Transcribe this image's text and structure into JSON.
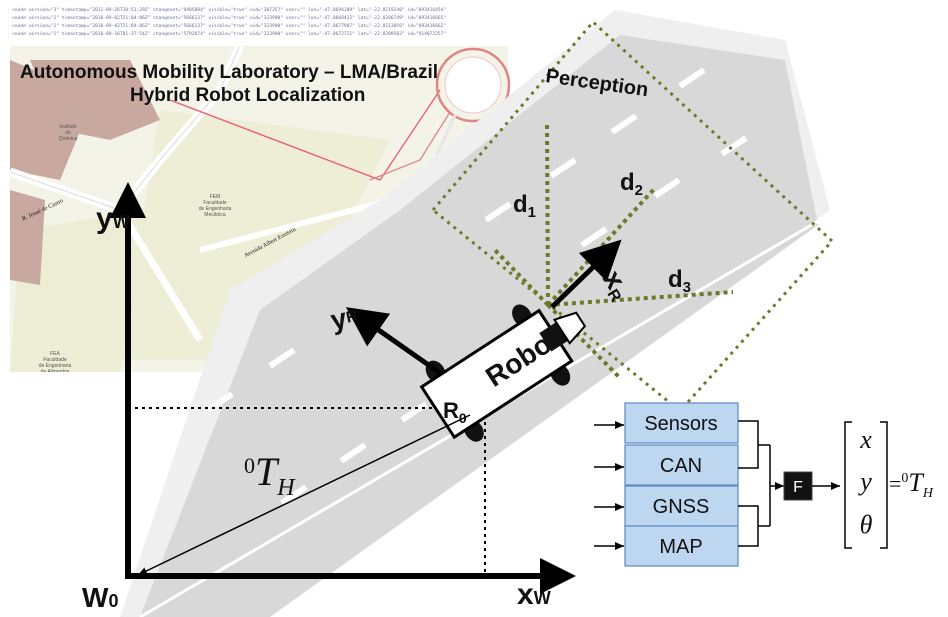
{
  "title": {
    "line1": "Autonomous Mobility Laboratory – LMA/Brazil",
    "line2": "Hybrid Robot Localization"
  },
  "xml_lines": [
    "<node version=\"3\" timestamp=\"2011-09-26T20:51:29Z\" changeset=\"9405884\" visible=\"true\" uid=\"307357\" user=\"\" lon=\"-47.0694109\" lat=\"-22.8219240\" id=\"893416454\"",
    "<node version=\"1\" timestamp=\"2010-09-02T21:04:06Z\" changeset=\"5666137\" visible=\"true\" uid=\"323990\" user=\"\" lon=\"-47.0668422\" lat=\"-22.8206749\" id=\"893416665\"",
    "<node version=\"1\" timestamp=\"2010-09-02T21:04:06Z\" changeset=\"5666137\" visible=\"true\" uid=\"323990\" user=\"\" lon=\"-47.0677987\" lat=\"-22.8213056\" id=\"893416662\"",
    "<node version=\"1\" timestamp=\"2010-09-16T01:37:54Z\" changeset=\"5792074\" visible=\"true\" uid=\"323990\" user=\"\" lon=\"-47.0672721\" lat=\"-22.8209503\" id=\"914072257\""
  ],
  "map": {
    "street_label": "R. Josué de Castro",
    "avenue_label": "Avenida Albert Einstein",
    "buildings": [
      {
        "lines": [
          "Instituto",
          "de",
          "Química"
        ]
      },
      {
        "lines": [
          "FEM",
          "Faculdade",
          "de Engenharia",
          "Mecânica"
        ]
      },
      {
        "lines": [
          "FEA",
          "Faculdade",
          "de Engenharia",
          "de Alimentos"
        ]
      }
    ]
  },
  "perception_label": "Perception",
  "distances": [
    {
      "main": "d",
      "sub": "1"
    },
    {
      "main": "d",
      "sub": "2"
    },
    {
      "main": "d",
      "sub": "3"
    }
  ],
  "robot_label": "Robot",
  "robot_origin": {
    "main": "R",
    "sub": "0"
  },
  "axes": {
    "world_y": {
      "main": "y",
      "sub": "W"
    },
    "world_x": {
      "main": "x",
      "sub": "W"
    },
    "world_origin": {
      "main": "W",
      "sub": "0"
    },
    "robot_y": {
      "main": "y",
      "sub": "R"
    },
    "robot_x": {
      "main": "x",
      "sub": "R"
    }
  },
  "transform": {
    "sup": "0",
    "main": "T",
    "sub": "H"
  },
  "sources": [
    "Sensors",
    "CAN",
    "GNSS",
    "MAP"
  ],
  "fusion_label": "F",
  "state_vector": [
    "x",
    "y",
    "θ"
  ],
  "equation": {
    "equals": "=",
    "sup": "0",
    "main": "T",
    "sub": "H"
  },
  "colors": {
    "map_bg": "#f4f3e7",
    "building": "#c9a99f",
    "road": "#d8d8d8",
    "perception": "#6b7b2a",
    "box_fill": "#bcd7ef",
    "box_stroke": "#5a8ac0"
  }
}
